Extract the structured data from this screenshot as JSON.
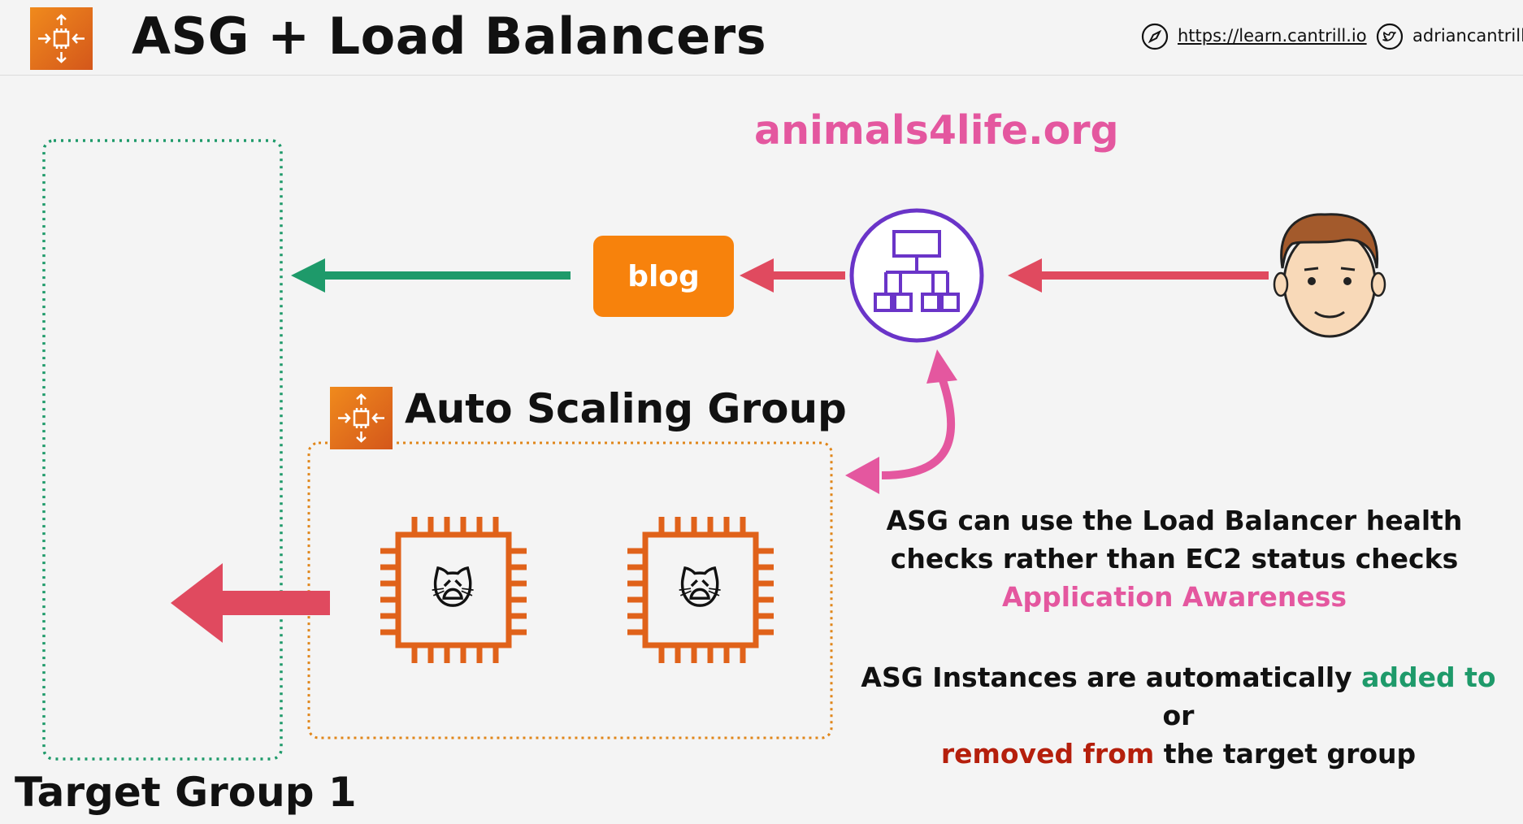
{
  "header": {
    "title": "ASG + Load Balancers",
    "site_link": "https://learn.cantrill.io",
    "twitter_handle": "adriancantrill"
  },
  "diagram": {
    "domain": "animals4life.org",
    "blog_label": "blog",
    "asg_label": "Auto Scaling Group",
    "target_group_label": "Target Group 1",
    "instance_icon": "cat-emoji",
    "instance_glyph": "🙀",
    "colors": {
      "brand_orange": "#f7820c",
      "pink": "#e4579f",
      "arrow_red": "#e04a5f",
      "arrow_green": "#1e9a6a",
      "lb_purple": "#6a34c8",
      "chip_orange": "#e0621a"
    }
  },
  "notes": {
    "note1_line1": "ASG can use the Load Balancer health",
    "note1_line2": "checks rather than EC2 status checks",
    "note1_highlight": "Application Awareness",
    "note2_part1": "ASG Instances are automatically ",
    "note2_added": "added to",
    "note2_part2": " or",
    "note2_removed": "removed from",
    "note2_part3": " the target group"
  }
}
